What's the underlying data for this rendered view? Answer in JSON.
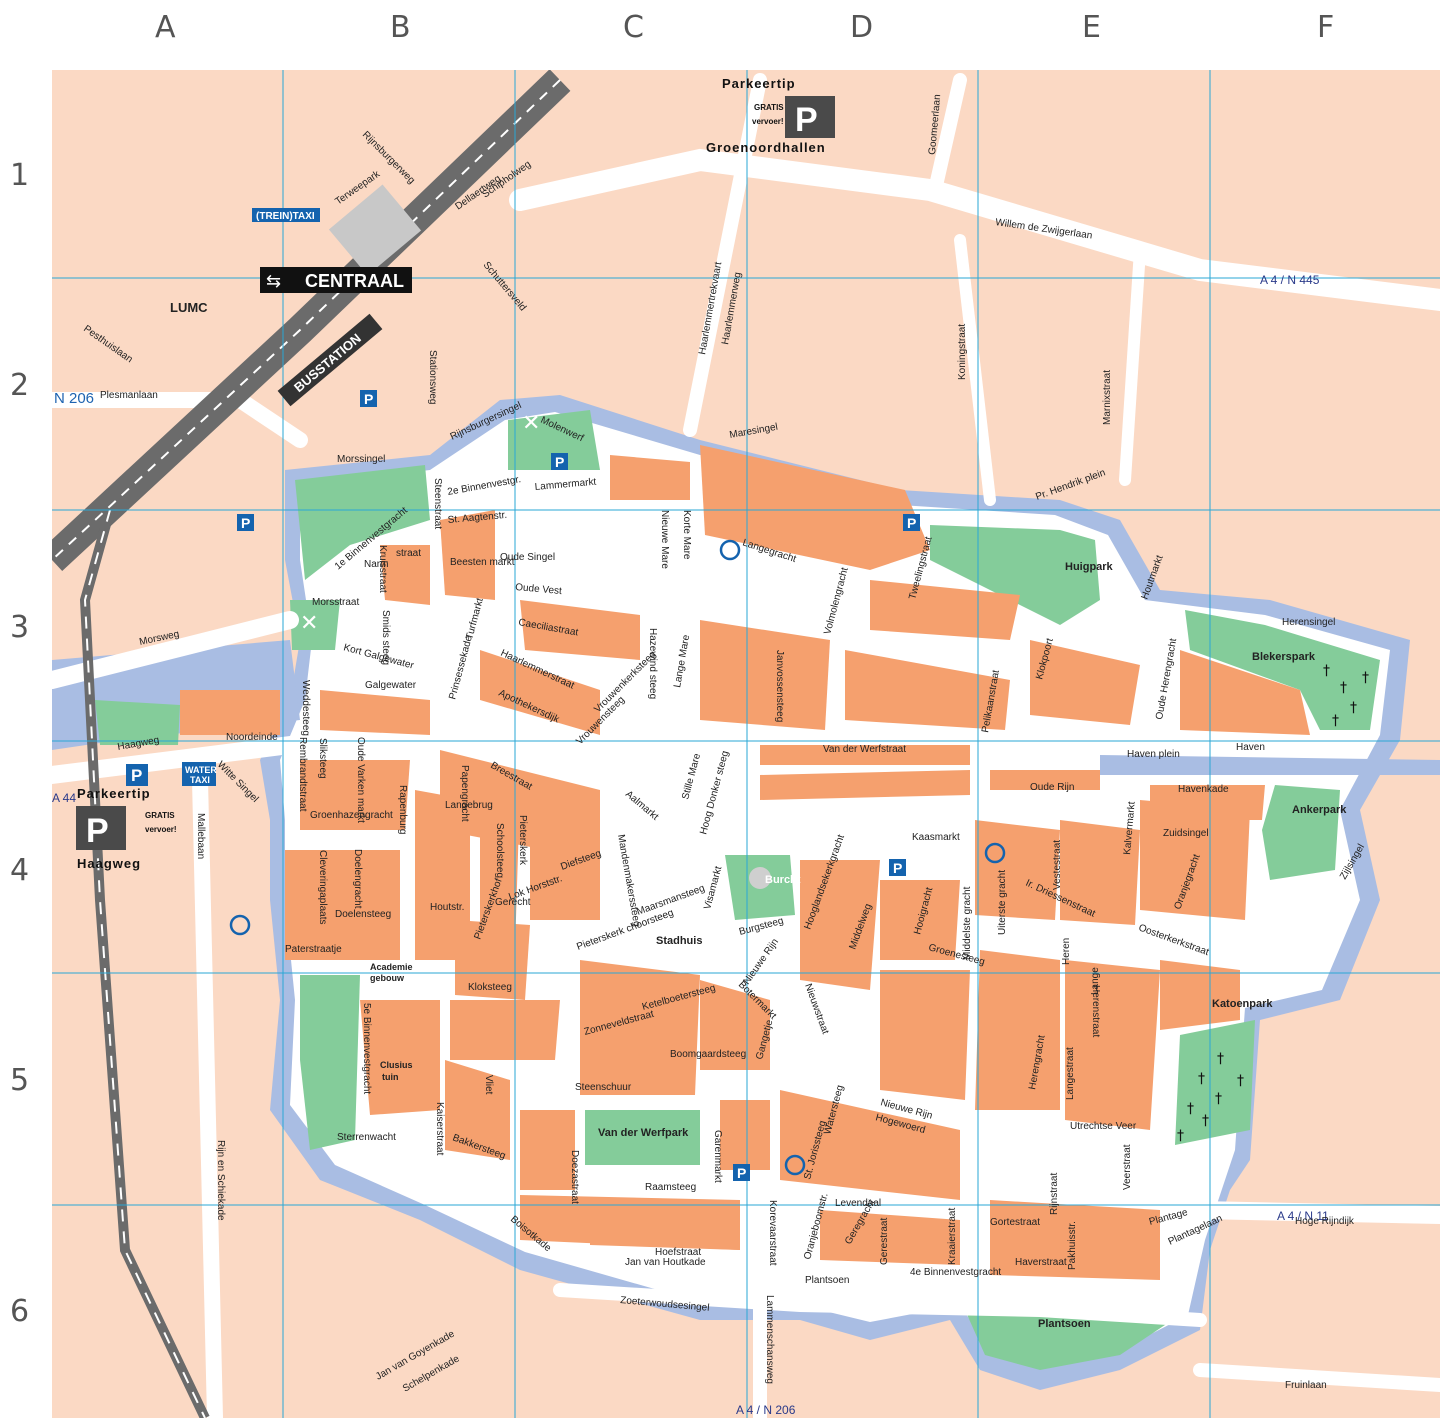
{
  "grid": {
    "columns": [
      "A",
      "B",
      "C",
      "D",
      "E",
      "F"
    ],
    "rows": [
      "1",
      "2",
      "3",
      "4",
      "5",
      "6"
    ]
  },
  "colors": {
    "land": "#fbd9c4",
    "block": "#f5a06e",
    "park": "#84cc9a",
    "water": "#a9bde3",
    "road": "#ffffff",
    "grid_line": "#2aa7d6",
    "rail": "#6b6b6b",
    "parking_blue": "#1463ae"
  },
  "badges": {
    "centraal": "CENTRAAL",
    "busstation": "BUSSTATION",
    "treintaxi": "(TREIN)TAXI",
    "watertaxi_line1": "WATER",
    "watertaxi_line2": "TAXI",
    "parking_letter": "P"
  },
  "parkeertip": {
    "title": "Parkeertip",
    "gratis": "GRATIS",
    "vervoer": "vervoer!",
    "groenoord": "Groenoordhallen",
    "haagweg": "Haagweg"
  },
  "highways": {
    "n206_west": "N 206",
    "a44": "A 44",
    "a4_n445": "A 4 / N 445",
    "a4_n11": "A 4 / N 11",
    "a4_n206": "A 4 / N 206"
  },
  "places": {
    "lumc": "LUMC",
    "burcht": "Burcht",
    "stadhuis": "Stadhuis",
    "huigpark": "Huigpark",
    "bleekerspark": "Blekerspark",
    "ankerpark": "Ankerpark",
    "katoenpark": "Katoenpark",
    "plantsoen": "Plantsoen",
    "vanderwerfpark": "Van der Werfpark",
    "academie1": "Academie",
    "academie2": "gebouw",
    "clusius1": "Clusius",
    "clusius2": "tuin"
  },
  "streets": [
    {
      "t": "Rijnsburgerweg"
    },
    {
      "t": "Terweepark"
    },
    {
      "t": "Dellaertweg"
    },
    {
      "t": "Schipholweg"
    },
    {
      "t": "Schuttersveld"
    },
    {
      "t": "Stationsweg"
    },
    {
      "t": "Pesthuislaan"
    },
    {
      "t": "Plesmanlaan"
    },
    {
      "t": "Morssingel"
    },
    {
      "t": "Morsweg"
    },
    {
      "t": "Morsstraat"
    },
    {
      "t": "Rijnsburgersingel"
    },
    {
      "t": "Molenwerf"
    },
    {
      "t": "Lammermarkt"
    },
    {
      "t": "2e Binnenvestgr."
    },
    {
      "t": "1e Binnenvestgracht"
    },
    {
      "t": "St. Aagtenstr."
    },
    {
      "t": "Steenstraat"
    },
    {
      "t": "Beesten markt"
    },
    {
      "t": "Narm"
    },
    {
      "t": "Kruisstraat"
    },
    {
      "t": "straat"
    },
    {
      "t": "Oude Singel"
    },
    {
      "t": "Oude Vest"
    },
    {
      "t": "Caeciliastraat"
    },
    {
      "t": "Turfmarkt"
    },
    {
      "t": "Prinsessekade"
    },
    {
      "t": "Haarlemmerstraat"
    },
    {
      "t": "Apothekersdijk"
    },
    {
      "t": "Vrouwenkerksteeg"
    },
    {
      "t": "Hazewind steeg"
    },
    {
      "t": "Lange Mare"
    },
    {
      "t": "Nieuwe Mare"
    },
    {
      "t": "Korte Mare"
    },
    {
      "t": "Langegracht"
    },
    {
      "t": "Maresingel"
    },
    {
      "t": "Haarlemmerweg"
    },
    {
      "t": "Haarlemmertrekvaart"
    },
    {
      "t": "Kort Galgewater"
    },
    {
      "t": "Galgewater"
    },
    {
      "t": "Smids steeg"
    },
    {
      "t": "Weddesteeg"
    },
    {
      "t": "Noordeinde"
    },
    {
      "t": "Haagweg"
    },
    {
      "t": "Witte Singel"
    },
    {
      "t": "Rembrandtstraat"
    },
    {
      "t": "Sliksteeg"
    },
    {
      "t": "Oude Varken markt"
    },
    {
      "t": "Groenhazengracht"
    },
    {
      "t": "Rapenburg"
    },
    {
      "t": "Breestraat"
    },
    {
      "t": "Papengracht"
    },
    {
      "t": "Langebrug"
    },
    {
      "t": "Schoolsteeg"
    },
    {
      "t": "Pieterskerk"
    },
    {
      "t": "Vrouwensteeg"
    },
    {
      "t": "Aalmarkt"
    },
    {
      "t": "Mandenmakerssteeg"
    },
    {
      "t": "Diefsteeg"
    },
    {
      "t": "Lok Horststr."
    },
    {
      "t": "Houtstr."
    },
    {
      "t": "Gerecht"
    },
    {
      "t": "Pieterskerkhof"
    },
    {
      "t": "Pieterskerk choorsteeg"
    },
    {
      "t": "Maarsmansteeg"
    },
    {
      "t": "Stille Mare"
    },
    {
      "t": "Hoog Donker steeg"
    },
    {
      "t": "Van der Werfstraat"
    },
    {
      "t": "Oude Rijn"
    },
    {
      "t": "Kaasmarkt"
    },
    {
      "t": "Hooglandsekerkgracht"
    },
    {
      "t": "Middelweg"
    },
    {
      "t": "Hooigracht"
    },
    {
      "t": "Groenesteeg"
    },
    {
      "t": "Middelste gracht"
    },
    {
      "t": "Uiterste gracht"
    },
    {
      "t": "Vestestraat"
    },
    {
      "t": "Kalvermarkt"
    },
    {
      "t": "Zuidsingel"
    },
    {
      "t": "Zijlsingel"
    },
    {
      "t": "Havenkade"
    },
    {
      "t": "Haven"
    },
    {
      "t": "Haven plein"
    },
    {
      "t": "Ir. Driessenstraat"
    },
    {
      "t": "Oosterkerkstraat"
    },
    {
      "t": "Oranjegracht"
    },
    {
      "t": "Heren"
    },
    {
      "t": "Lange"
    },
    {
      "t": "Herenstraat"
    },
    {
      "t": "Herengracht"
    },
    {
      "t": "Langestraat"
    },
    {
      "t": "Utrechtse Veer"
    },
    {
      "t": "Nieuwe Rijn"
    },
    {
      "t": "Hogewoerd"
    },
    {
      "t": "Levendaal"
    },
    {
      "t": "Gortestraat"
    },
    {
      "t": "Haverstraat"
    },
    {
      "t": "4e Binnenvestgracht"
    },
    {
      "t": "Plantage"
    },
    {
      "t": "Plantagelaan"
    },
    {
      "t": "Hoge Rijndijk"
    },
    {
      "t": "Fruinlaan"
    },
    {
      "t": "Zoeterwoudsesingel"
    },
    {
      "t": "Lammenschansweg"
    },
    {
      "t": "Plantsoen"
    },
    {
      "t": "Korevaarstraat"
    },
    {
      "t": "Raamsteeg"
    },
    {
      "t": "Hoefstraat"
    },
    {
      "t": "Jan van Houtkade"
    },
    {
      "t": "Boisotkade"
    },
    {
      "t": "Doezastraat"
    },
    {
      "t": "Garenmarkt"
    },
    {
      "t": "Steenschuur"
    },
    {
      "t": "Boomgaardsteeg"
    },
    {
      "t": "Zonneveldstraat"
    },
    {
      "t": "Ketelboetersteeg"
    },
    {
      "t": "Kloksteeg"
    },
    {
      "t": "Paterstraatje"
    },
    {
      "t": "Doelensteeg"
    },
    {
      "t": "Cleveringaplaats"
    },
    {
      "t": "Doelengracht"
    },
    {
      "t": "Sterrenwacht"
    },
    {
      "t": "Bakkersteeg"
    },
    {
      "t": "Kaiserstraat"
    },
    {
      "t": "5e Binnenvestgracht"
    },
    {
      "t": "Vliet"
    },
    {
      "t": "Mallebaan"
    },
    {
      "t": "Rijn en Schiekade"
    },
    {
      "t": "Jan van Goyenkade"
    },
    {
      "t": "Schelpenkade"
    },
    {
      "t": "Pelikaanstraat"
    },
    {
      "t": "Koningstraat"
    },
    {
      "t": "Marnixstraat"
    },
    {
      "t": "Pr. Hendrik plein"
    },
    {
      "t": "Willem de Zwijgerlaan"
    },
    {
      "t": "Goomeerlaan"
    },
    {
      "t": "Volmolengracht"
    },
    {
      "t": "Tweelingstraat"
    },
    {
      "t": "Klokpoort"
    },
    {
      "t": "Oude Herengracht"
    },
    {
      "t": "Herensingel"
    },
    {
      "t": "Houtmarkt"
    },
    {
      "t": "Burgsteeg"
    },
    {
      "t": "Visamarkt"
    },
    {
      "t": "Nieuwe Rijn"
    },
    {
      "t": "Botermarkt"
    },
    {
      "t": "Gangetje"
    },
    {
      "t": "Watersteeg"
    },
    {
      "t": "St. Jorissteeg"
    },
    {
      "t": "Nieuwstraat"
    },
    {
      "t": "Oranjeboomstr."
    },
    {
      "t": "Geregracht"
    },
    {
      "t": "Gerestraat"
    },
    {
      "t": "Kraaierstraat"
    },
    {
      "t": "Pakhuisstr."
    },
    {
      "t": "Rijnstraat"
    },
    {
      "t": "Veerstraat"
    },
    {
      "t": "Janvossensteeg"
    }
  ]
}
